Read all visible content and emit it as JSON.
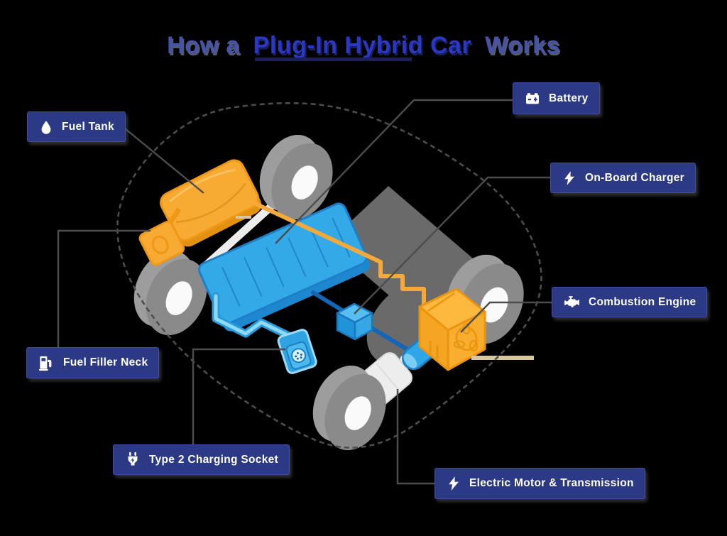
{
  "title": {
    "prefix": "How a",
    "highlight": "Plug-In Hybrid Car",
    "suffix": "Works"
  },
  "labels": {
    "fuel_tank": {
      "text": "Fuel Tank",
      "icon": "fuel-drop-icon"
    },
    "battery": {
      "text": "Battery",
      "icon": "car-battery-icon"
    },
    "on_board_charger": {
      "text": "On-Board Charger",
      "icon": "lightning-bolt-icon"
    },
    "combustion_engine": {
      "text": "Combustion Engine",
      "icon": "engine-icon"
    },
    "fuel_filler_neck": {
      "text": "Fuel Filler Neck",
      "icon": "fuel-pump-icon"
    },
    "type2_socket": {
      "text": "Type 2 Charging Socket",
      "icon": "charging-plug-icon"
    },
    "electric_motor": {
      "text": "Electric Motor & Transmission",
      "icon": "lightning-bolt-icon"
    }
  },
  "colors": {
    "background": "#000000",
    "label_box": "#2c3a85",
    "label_text": "#ffffff",
    "title_outer_blue": "#4553a8",
    "title_highlight_blue": "#2a38c4",
    "component_orange": "#f8ab33",
    "component_blue": "#33a9e8",
    "fuel_line_orange": "#f5a93a",
    "hv_cable_dark_blue": "#1465b5",
    "charge_cable_light_blue": "#8fd9f8",
    "outline_gray": "#4d4d4d",
    "wheel_gray": "#8a8a8a"
  }
}
